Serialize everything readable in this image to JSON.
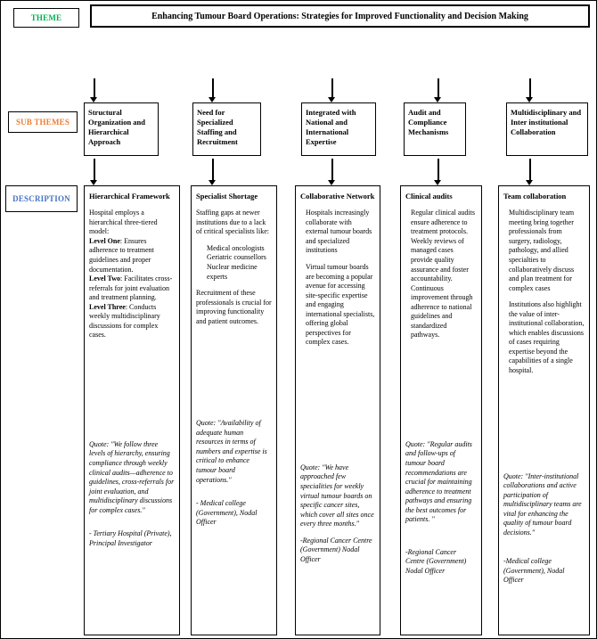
{
  "colors": {
    "theme_label": "#00b050",
    "subthemes_label": "#ed7d31",
    "description_label": "#4472c4",
    "line": "#000000"
  },
  "labels": {
    "theme": "THEME",
    "sub_themes": "SUB THEMES",
    "description": "DESCRIPTION"
  },
  "title": "Enhancing Tumour Board Operations: Strategies for Improved Functionality and Decision Making",
  "sub_themes": [
    "Structural Organization and Hierarchical Approach",
    "Need for Specialized Staffing and Recruitment",
    "Integrated with National and International Expertise",
    "Audit and Compliance Mechanisms",
    "Multidisciplinary and Inter institutional Collaboration"
  ],
  "quote_label": "Quote:",
  "descriptions": [
    {
      "heading": "Hierarchical Framework",
      "intro": "Hospital employs a hierarchical three-tiered model:",
      "levels": [
        {
          "label": "Level One",
          "text": ": Ensures adherence to treatment guidelines and proper documentation."
        },
        {
          "label": "Level Two",
          "text": ": Facilitates cross-referrals for joint evaluation and treatment planning."
        },
        {
          "label": "Level Three",
          "text": ": Conducts weekly multidisciplinary discussions for complex cases."
        }
      ],
      "quote": "\"We follow three levels of hierarchy, ensuring compliance through weekly clinical audits—adherence to guidelines, cross-referrals for joint evaluation, and multidisciplinary discussions for complex cases.\"",
      "attribution": "- Tertiary Hospital (Private), Principal Investigator"
    },
    {
      "heading": "Specialist Shortage",
      "intro": "Staffing gaps at newer institutions due to a lack of critical specialists like:",
      "list": [
        "Medical oncologists",
        "Geriatric counsellors",
        "Nuclear medicine experts"
      ],
      "outro": "Recruitment of these professionals is crucial for improving functionality and patient outcomes.",
      "quote": "\"Availability of adequate human resources in terms of numbers and expertise is critical to enhance tumour board operations.\"",
      "attribution": "- Medical college (Government), Nodal Officer"
    },
    {
      "heading": "Collaborative Network",
      "para1": "Hospitals increasingly collaborate with external tumour boards and specialized institutions",
      "para2": "Virtual tumour boards are becoming a popular avenue for accessing site-specific expertise and engaging international specialists, offering global perspectives for complex cases.",
      "quote": "\"We have approached few specialities for weekly virtual tumour boards on specific cancer sites, which cover all sites once every three months.\"",
      "attribution": "-Regional Cancer Centre (Government) Nodal Officer"
    },
    {
      "heading": "Clinical audits",
      "para1": "Regular clinical audits ensure adherence to treatment protocols. Weekly reviews of managed cases provide quality assurance and foster accountability. Continuous improvement through adherence to national guidelines and standardized pathways.",
      "quote": "\"Regular audits and follow-ups of tumour board recommendations are crucial for maintaining adherence to treatment pathways and ensuring the best outcomes for patients. \"",
      "attribution": "-Regional Cancer Centre (Government) Nodal Officer"
    },
    {
      "heading": "Team collaboration",
      "para1": "Multidisciplinary team meeting bring together professionals from surgery, radiology, pathology, and allied specialties to collaboratively discuss and plan treatment for complex cases",
      "para2": "Institutions also highlight the value of inter-institutional collaboration, which enables discussions of cases requiring expertise beyond the capabilities of a single hospital.",
      "quote": "\"Inter-institutional collaborations and active participation of multidisciplinary teams are vital for enhancing the quality of tumour board decisions.\"",
      "attribution": "-Medical college (Government), Nodal Officer"
    }
  ]
}
